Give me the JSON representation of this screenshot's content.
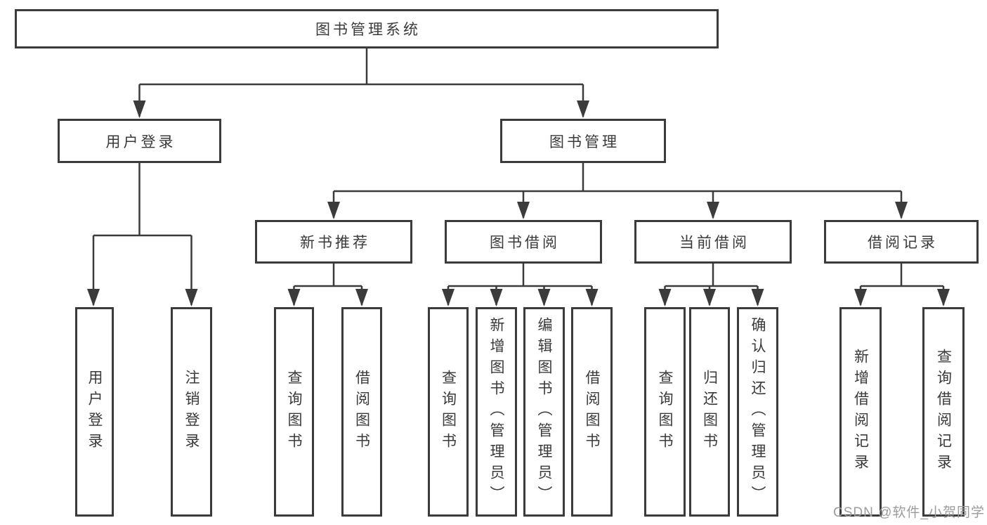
{
  "tree": {
    "root": {
      "label": "图书管理系统",
      "children": [
        {
          "label": "用户登录",
          "children": [
            {
              "label": "用户登录"
            },
            {
              "label": "注销登录"
            }
          ]
        },
        {
          "label": "图书管理",
          "children": [
            {
              "label": "新书推荐",
              "children": [
                {
                  "label": "查询图书"
                },
                {
                  "label": "借阅图书"
                }
              ]
            },
            {
              "label": "图书借阅",
              "children": [
                {
                  "label": "查询图书"
                },
                {
                  "label": "新增图书（管理员）"
                },
                {
                  "label": "编辑图书（管理员）"
                },
                {
                  "label": "借阅图书"
                }
              ]
            },
            {
              "label": "当前借阅",
              "children": [
                {
                  "label": "查询图书"
                },
                {
                  "label": "归还图书"
                },
                {
                  "label": "确认归还（管理员）"
                }
              ]
            },
            {
              "label": "借阅记录",
              "children": [
                {
                  "label": "新增借阅记录"
                },
                {
                  "label": "查询借阅记录"
                }
              ]
            }
          ]
        }
      ]
    }
  },
  "watermark": {
    "text": "CSDN @软件_小贺同学"
  },
  "colors": {
    "stroke": "#3b3b3b",
    "text": "#3a3a3a",
    "watermark": "#9c9c9c",
    "background": "#ffffff"
  }
}
